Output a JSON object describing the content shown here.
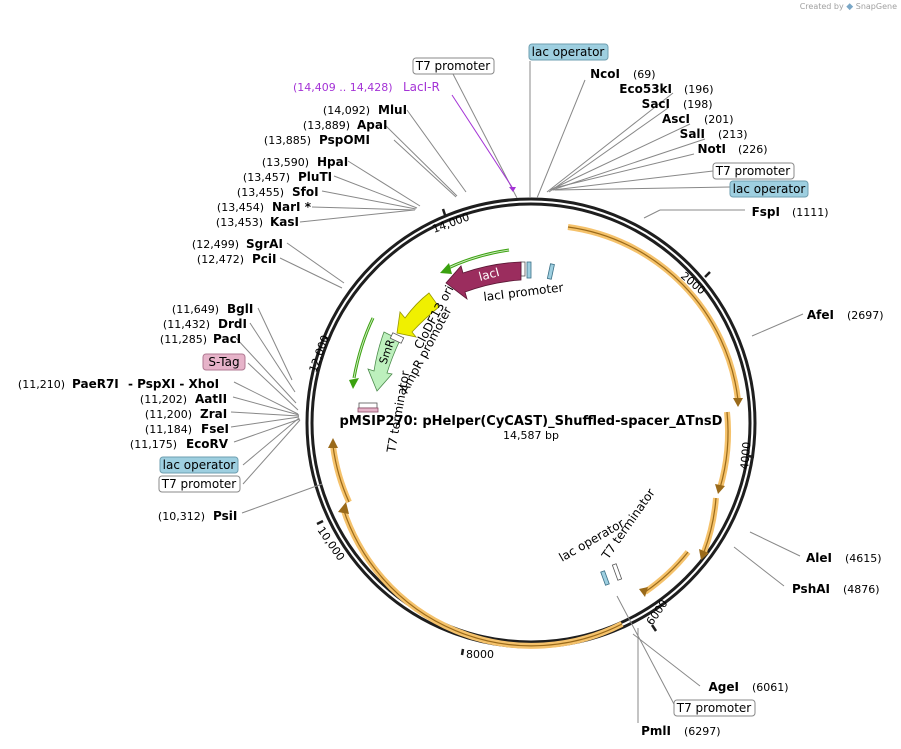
{
  "watermark": {
    "text": "Created by",
    "brand": "SnapGene"
  },
  "plasmid": {
    "name": "pMSIP270: pHelper(CyCAST)_Shuffled-spacer_ΔTnsD",
    "length_label": "14,587 bp"
  },
  "tick_labels": [
    "2000",
    "4000",
    "6000",
    "8000",
    "10,000",
    "12,000",
    "14,000"
  ],
  "sites": [
    {
      "name": "NcoI",
      "pos": "(69)"
    },
    {
      "name": "Eco53kI",
      "pos": "(196)"
    },
    {
      "name": "SacI",
      "pos": "(198)"
    },
    {
      "name": "AscI",
      "pos": "(201)"
    },
    {
      "name": "SalI",
      "pos": "(213)"
    },
    {
      "name": "NotI",
      "pos": "(226)"
    },
    {
      "name": "FspI",
      "pos": "(1111)"
    },
    {
      "name": "AfeI",
      "pos": "(2697)"
    },
    {
      "name": "AleI",
      "pos": "(4615)"
    },
    {
      "name": "PshAI",
      "pos": "(4876)"
    },
    {
      "name": "AgeI",
      "pos": "(6061)"
    },
    {
      "name": "PmlI",
      "pos": "(6297)"
    },
    {
      "name": "PsiI",
      "pos": "(10,312)"
    },
    {
      "name": "EcoRV",
      "pos": "(11,175)"
    },
    {
      "name": "FseI",
      "pos": "(11,184)"
    },
    {
      "name": "ZraI",
      "pos": "(11,200)"
    },
    {
      "name": "AatII",
      "pos": "(11,202)"
    },
    {
      "name": "PaeR7I",
      "pos": "(11,210)",
      "extra": "- PspXI - XhoI"
    },
    {
      "name": "PacI",
      "pos": "(11,285)"
    },
    {
      "name": "DrdI",
      "pos": "(11,432)"
    },
    {
      "name": "BglI",
      "pos": "(11,649)"
    },
    {
      "name": "PciI",
      "pos": "(12,472)"
    },
    {
      "name": "SgrAI",
      "pos": "(12,499)"
    },
    {
      "name": "KasI",
      "pos": "(13,453)"
    },
    {
      "name": "NarI *",
      "pos": "(13,454)"
    },
    {
      "name": "SfoI",
      "pos": "(13,455)"
    },
    {
      "name": "PluTI",
      "pos": "(13,457)"
    },
    {
      "name": "HpaI",
      "pos": "(13,590)"
    },
    {
      "name": "PspOMI",
      "pos": "(13,885)"
    },
    {
      "name": "ApaI",
      "pos": "(13,889)"
    },
    {
      "name": "MluI",
      "pos": "(14,092)"
    }
  ],
  "boxed_features": [
    {
      "text": "T7 promoter",
      "kind": "plain"
    },
    {
      "text": "lac operator",
      "kind": "operator"
    },
    {
      "text": "T7 promoter",
      "kind": "plain"
    },
    {
      "text": "lac operator",
      "kind": "operator"
    },
    {
      "text": "S-Tag",
      "kind": "tag"
    },
    {
      "text": "lac operator",
      "kind": "operator"
    },
    {
      "text": "T7 promoter",
      "kind": "plain"
    },
    {
      "text": "T7 promoter",
      "kind": "plain"
    }
  ],
  "primer": {
    "range": "(14,409 .. 14,428)",
    "name": "LacI-R",
    "color": "#a433d6"
  },
  "inner_features": {
    "lacI": "lacI",
    "lacI_promoter": "lacI promoter",
    "clodf13_ori": "CloDF13 ori",
    "smr": "SmR",
    "ampr_promoter": "AmpR promoter",
    "t7_terminator_left": "T7 terminator",
    "lac_operator_right": "lac operator",
    "t7_terminator_right": "T7 terminator"
  },
  "colors": {
    "backbone": "#1e1e1e",
    "lacI": "#9b2d5e",
    "ori": "#f0f000",
    "smr": "#bdf0bd",
    "green_arrow": "#3aa10f",
    "orange_highlight": "#f5c26b",
    "operator_box": "#9ecfe0",
    "tag_box": "#e6b3c9",
    "primer": "#a433d6"
  }
}
